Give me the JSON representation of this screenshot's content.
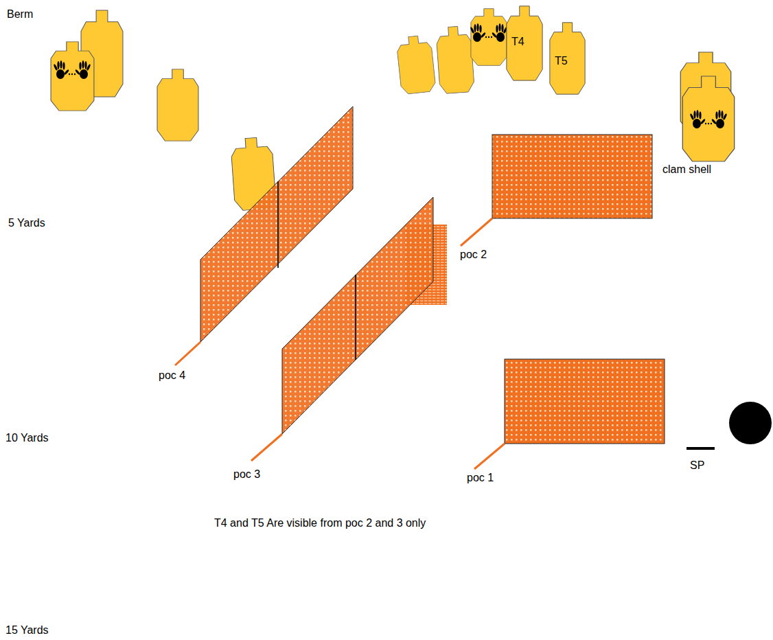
{
  "diagram": {
    "nodes": [
      {
        "text": [
          "T4"
        ]
      },
      {
        "text": [
          "T5"
        ]
      }
    ],
    "labels": [
      "Berm",
      "5 Yards",
      "10 Yards",
      "15 Yards",
      "poc 4",
      "poc 3",
      "poc 1",
      "poc 2",
      "clam shell",
      "SP",
      "T4 and T5 Are visible from poc 2 and 3 only"
    ]
  }
}
